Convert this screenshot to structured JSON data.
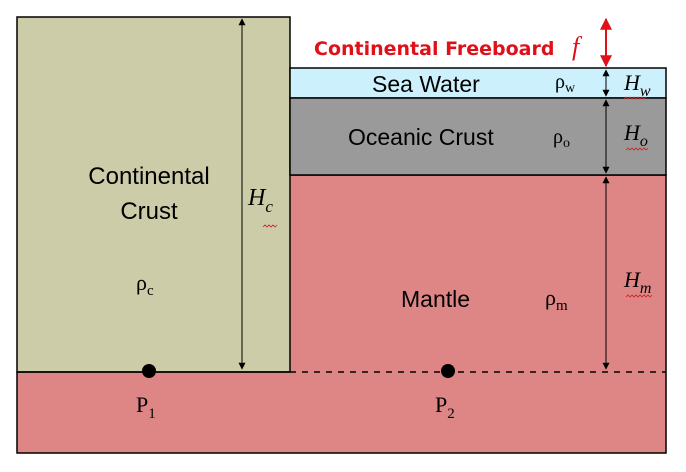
{
  "colors": {
    "continental_crust": "#cccca8",
    "mantle": "#de8686",
    "sea_water": "#ccf0fc",
    "oceanic_crust": "#9a9a9a",
    "freeboard_accent": "#e0101a",
    "outline": "#000000"
  },
  "labels": {
    "freeboard_title": "Continental Freeboard",
    "freeboard_symbol": "f",
    "continental_crust_line1": "Continental",
    "continental_crust_line2": "Crust",
    "sea_water": "Sea Water",
    "oceanic_crust": "Oceanic Crust",
    "mantle": "Mantle"
  },
  "densities": {
    "continental": {
      "symbol": "ρ",
      "sub": "c"
    },
    "water": {
      "symbol": "ρ",
      "sub": "w"
    },
    "oceanic": {
      "symbol": "ρ",
      "sub": "o"
    },
    "mantle": {
      "symbol": "ρ",
      "sub": "m"
    }
  },
  "thicknesses": {
    "continental": {
      "symbol": "H",
      "sub": "c"
    },
    "water": {
      "symbol": "H",
      "sub": "w"
    },
    "oceanic": {
      "symbol": "H",
      "sub": "o"
    },
    "mantle": {
      "symbol": "H",
      "sub": "m"
    }
  },
  "points": {
    "p1": {
      "symbol": "P",
      "sub": "1"
    },
    "p2": {
      "symbol": "P",
      "sub": "2"
    }
  }
}
